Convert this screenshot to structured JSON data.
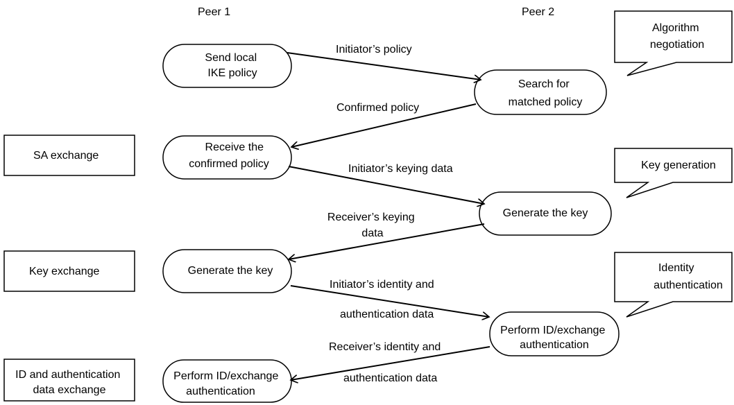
{
  "headers": {
    "peer1": "Peer 1",
    "peer2": "Peer 2"
  },
  "phases": {
    "sa": "SA  exchange",
    "key": "Key exchange",
    "id_line1": "ID and authentication",
    "id_line2": "data exchange"
  },
  "nodes": {
    "send_policy": [
      "Send local",
      "IKE policy"
    ],
    "search_policy": [
      "Search for",
      "matched policy"
    ],
    "receive_policy": [
      "Receive the",
      "confirmed policy"
    ],
    "peer2_generate": [
      "Generate the key"
    ],
    "peer1_generate": [
      "Generate the key"
    ],
    "peer2_perform": [
      "Perform ID/exchange",
      "authentication"
    ],
    "peer1_perform": [
      "Perform ID/exchange",
      "authentication"
    ]
  },
  "callouts": {
    "algorithm": [
      "Algorithm",
      "negotiation"
    ],
    "keygen": [
      "Key generation"
    ],
    "identity": [
      "Identity",
      "authentication"
    ]
  },
  "messages": {
    "initiator_policy": "Initiator’s policy",
    "confirmed_policy": "Confirmed policy",
    "initiator_keying": "Initiator’s keying data",
    "receiver_keying_1": "Receiver’s keying",
    "receiver_keying_2": "data",
    "initiator_identity_1": "Initiator’s identity and",
    "initiator_identity_2": "authentication data",
    "receiver_identity_1": "Receiver’s identity and",
    "receiver_identity_2": "authentication data"
  }
}
